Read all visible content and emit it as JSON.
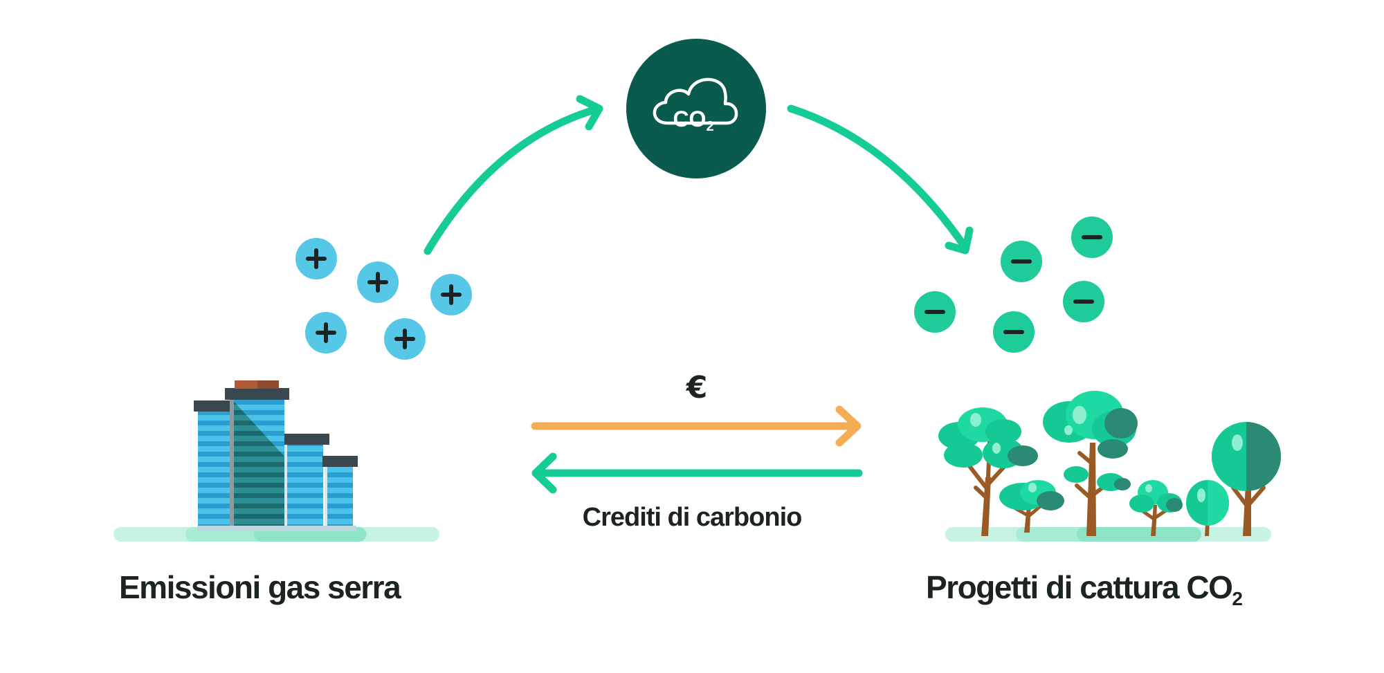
{
  "center_badge": {
    "formula": "CO",
    "formula_sub": "2",
    "icon": "cloud-icon"
  },
  "money_symbol": "€",
  "credits_label": "Crediti di carbonio",
  "left_label": "Emissioni gas serra",
  "right_label": {
    "text": "Progetti di cattura CO",
    "sub": "2"
  },
  "plus_symbol": "+",
  "minus_symbol": "−",
  "colors": {
    "arrow_green": "#15cc96",
    "arrow_orange": "#f5ad55",
    "badge_dark": "#0b5a4e",
    "plus_dot": "#56c7e6",
    "minus_dot": "#1fcb98",
    "ground": "#bdf0df",
    "text": "#1b2323"
  }
}
